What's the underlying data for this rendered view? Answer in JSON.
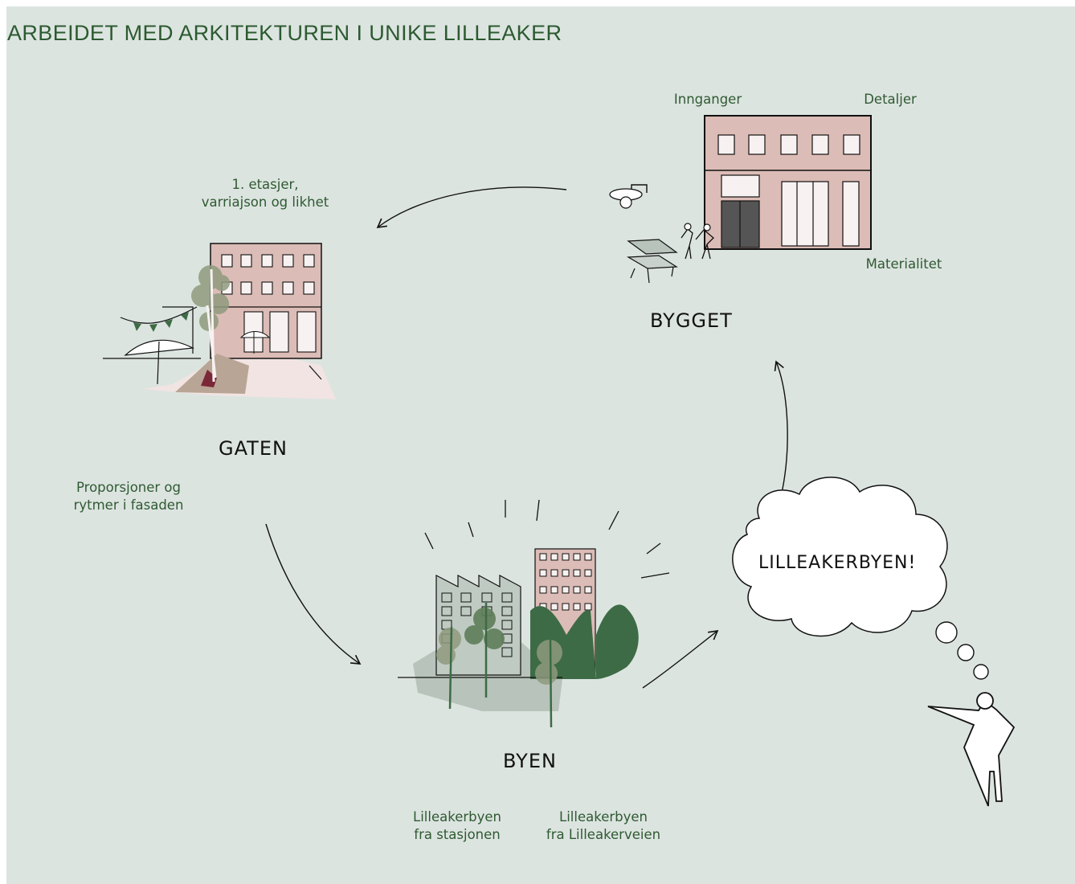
{
  "title": "ARBEIDET MED ARKITEKTUREN I UNIKE LILLEAKER",
  "stages": {
    "bygget": {
      "name": "BYGGET",
      "labels": {
        "entrances": "Innganger",
        "details": "Detaljer",
        "materials": "Materialitet"
      }
    },
    "gaten": {
      "name": "GATEN",
      "labels": {
        "floors": "1. etasjer,\nvarriajson og likhet",
        "proportions": "Proporsjoner og\nrytmer i fasaden"
      }
    },
    "byen": {
      "name": "BYEN",
      "labels": {
        "from_station": "Lilleakerbyen\nfra stasjonen",
        "from_road": "Lilleakerbyen\nfra Lilleakerveien"
      }
    }
  },
  "thought_bubble": {
    "text": "LILLEAKERBYEN!"
  },
  "colors": {
    "background": "#dce4e0",
    "title_green": "#2c5a30",
    "building_pink": "#dcbcb6",
    "dark_green": "#3d6b45",
    "grey_green": "#b7c3bb",
    "plaza_pink": "#f1e4e2"
  }
}
